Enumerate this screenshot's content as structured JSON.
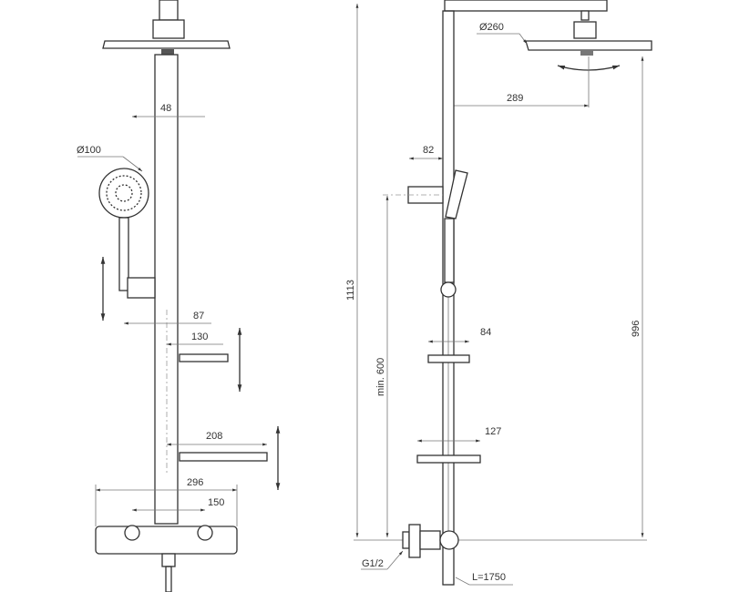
{
  "front_view": {
    "hand_shower_diameter": "Ø100",
    "column_width": "48",
    "holder_offset": "87",
    "small_shelf_width": "130",
    "large_shelf_width": "208",
    "mixer_width": "296",
    "mixer_inlet_spacing": "150"
  },
  "side_view": {
    "overhead_diameter": "Ø260",
    "arm_projection": "289",
    "holder_projection": "82",
    "total_height": "1113",
    "holder_min_height": "min. 600",
    "overhead_height": "996",
    "small_shelf_depth": "84",
    "large_shelf_depth": "127",
    "inlet_thread": "G1/2",
    "hose_length": "L=1750"
  }
}
